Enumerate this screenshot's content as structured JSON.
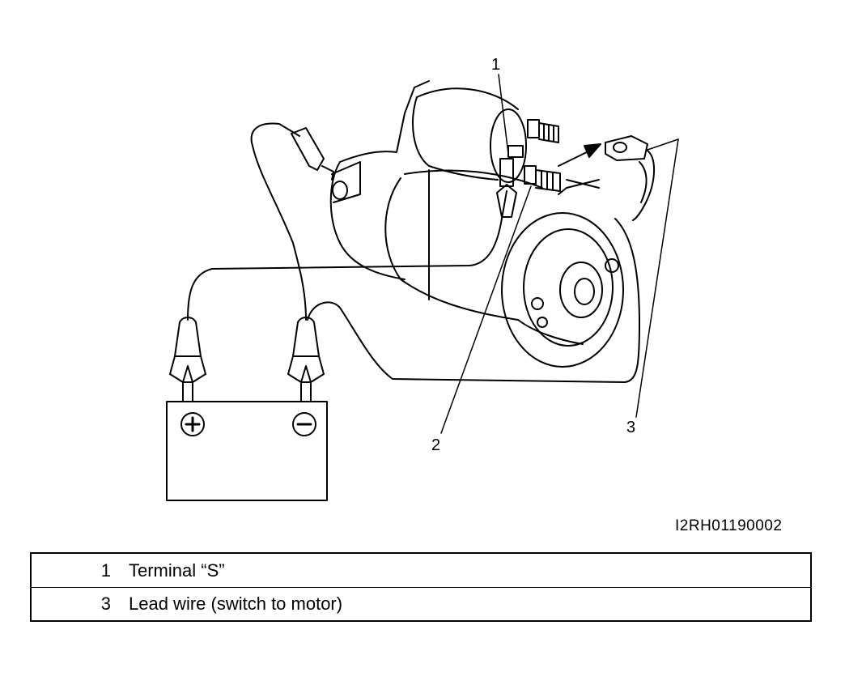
{
  "callouts": {
    "one": "1",
    "two": "2",
    "three": "3"
  },
  "figure_code": "I2RH01190002",
  "battery": {
    "positive_symbol": "+",
    "negative_symbol": "−"
  },
  "legend": [
    {
      "number": "1",
      "description": "Terminal “S”"
    },
    {
      "number": "3",
      "description": "Lead wire (switch to motor)"
    }
  ]
}
